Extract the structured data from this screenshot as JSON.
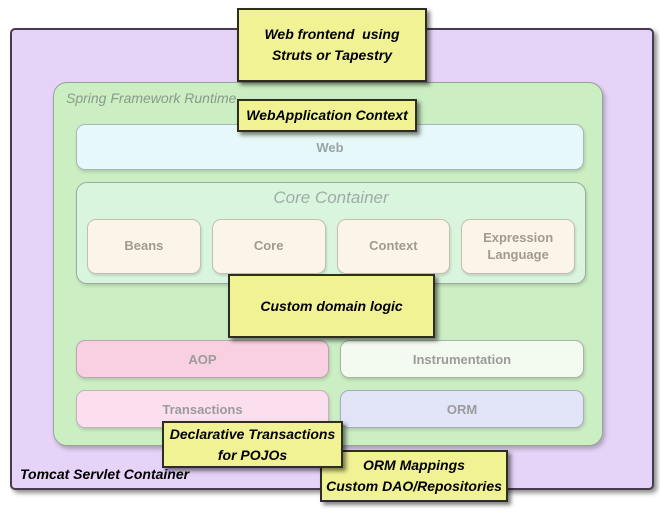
{
  "diagram": {
    "tomcat": {
      "label": "Tomcat Servlet Container"
    },
    "spring_runtime": {
      "label": "Spring Framework Runtime"
    },
    "web_box": {
      "label": "Web"
    },
    "core_container": {
      "title": "Core Container",
      "modules": [
        {
          "label": "Beans"
        },
        {
          "label": "Core"
        },
        {
          "label": "Context"
        },
        {
          "label": "Expression Language"
        }
      ]
    },
    "middleware": {
      "aop": {
        "label": "AOP"
      },
      "instrumentation": {
        "label": "Instrumentation"
      },
      "transactions": {
        "label": "Transactions"
      },
      "orm": {
        "label": "ORM"
      }
    },
    "callouts": [
      {
        "id": "web-frontend",
        "lines": [
          "Web frontend  using",
          "Struts or Tapestry"
        ]
      },
      {
        "id": "webapplication-context",
        "lines": [
          "WebApplication Context"
        ]
      },
      {
        "id": "custom-domain-logic",
        "lines": [
          "Custom domain logic"
        ]
      },
      {
        "id": "declarative-transactions",
        "lines": [
          "Declarative Transactions",
          "for POJOs"
        ]
      },
      {
        "id": "orm-mappings",
        "lines": [
          "ORM Mappings",
          "Custom DAO/Repositories"
        ]
      }
    ],
    "colors": {
      "tomcat_fill": "#E6D3F8",
      "tomcat_border": "#453C4E",
      "spring_fill": "#CBEEC3",
      "web_fill": "#E6F8FA",
      "core_container_fill": "#D9F5DE",
      "module_fill": "#FBF4E9",
      "aop_fill": "#F9D0E2",
      "instrumentation_fill": "#F3FAF0",
      "transactions_fill": "#FBDFEE",
      "orm_fill": "#E2E4F7",
      "callout_fill": "#F0F293",
      "label_gray": "#9B9B9B"
    }
  }
}
